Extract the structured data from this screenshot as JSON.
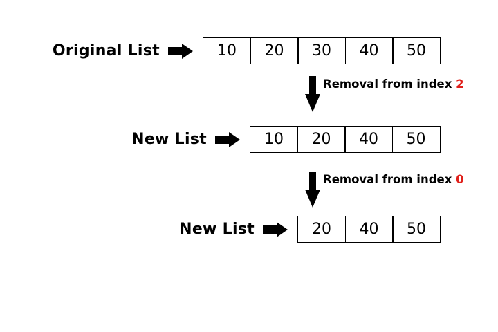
{
  "colors": {
    "text": "#000000",
    "index_highlight": "#e0201b",
    "cell_border": "#000000",
    "background": "#ffffff"
  },
  "rows": [
    {
      "label": "Original List",
      "values": [
        "10",
        "20",
        "30",
        "40",
        "50"
      ]
    },
    {
      "label": "New List",
      "values": [
        "10",
        "20",
        "40",
        "50"
      ]
    },
    {
      "label": "New List",
      "values": [
        "20",
        "40",
        "50"
      ]
    }
  ],
  "steps": [
    {
      "text": "Removal from index",
      "index": "2"
    },
    {
      "text": "Removal from index",
      "index": "0"
    }
  ]
}
